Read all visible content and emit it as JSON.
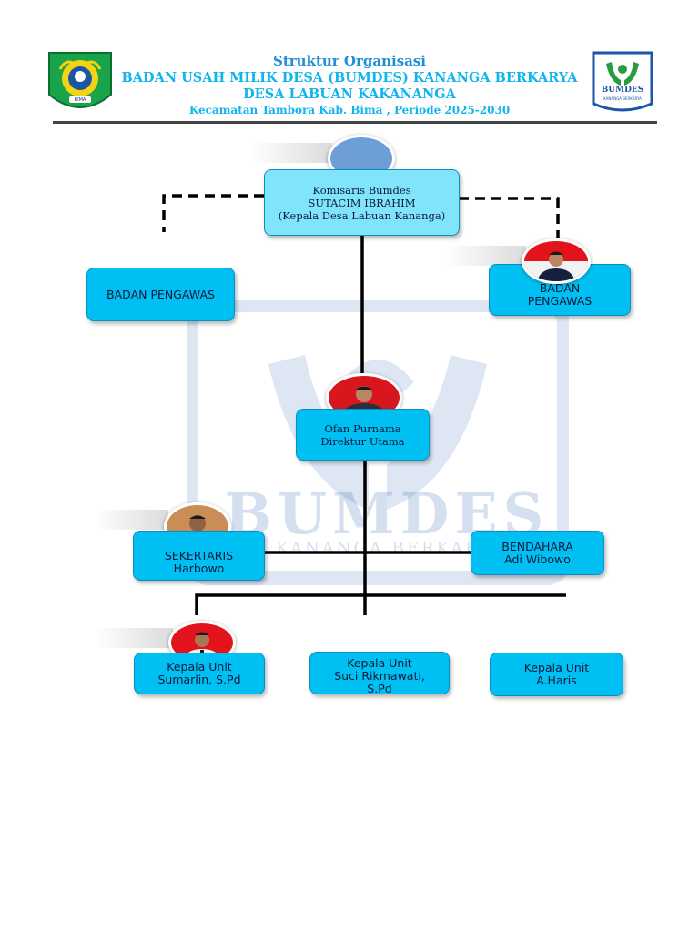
{
  "header": {
    "title_line1": "Struktur Organisasi",
    "title_line2": "BADAN USAH MILIK DESA (BUMDES) KANANGA BERKARYA",
    "title_line3": "DESA LABUAN KAKANANGA",
    "title_line4": "Kecamatan Tambora Kab. Bima , Periode 2025-2030",
    "logo_left_text": "BIMA",
    "logo_right_text": "BUMDES",
    "logo_right_sub": "KANANGA BERKARYA"
  },
  "watermark": {
    "text": "BUMDES",
    "sub": "KANANGA BERKARYA"
  },
  "nodes": {
    "komisaris": {
      "line1": "Komisaris Bumdes",
      "line2": "SUTACIM IBRAHIM",
      "line3": "(Kepala Desa Labuan Kananga)"
    },
    "pengawas_left": {
      "line1": "BADAN PENGAWAS"
    },
    "pengawas_right": {
      "line1": "BADAN",
      "line2": "PENGAWAS"
    },
    "direktur": {
      "line1": "Ofan Purnama",
      "line2": "Direktur Utama"
    },
    "sekretaris": {
      "line1": "SEKERTARIS",
      "line2": "Harbowo"
    },
    "bendahara": {
      "line1": "BENDAHARA",
      "line2": "Adi Wibowo"
    },
    "unit1": {
      "line1": "Kepala Unit",
      "line2": "Sumarlin, S.Pd"
    },
    "unit2": {
      "line1": "Kepala Unit",
      "line2": "Suci Rikmawati,",
      "line3": "S.Pd"
    },
    "unit3": {
      "line1": "Kepala Unit",
      "line2": "A.Haris"
    }
  },
  "colors": {
    "box": "#00c0f3",
    "box_light": "#80e4fb",
    "title_blue": "#11b5ee",
    "connector": "#000000"
  }
}
